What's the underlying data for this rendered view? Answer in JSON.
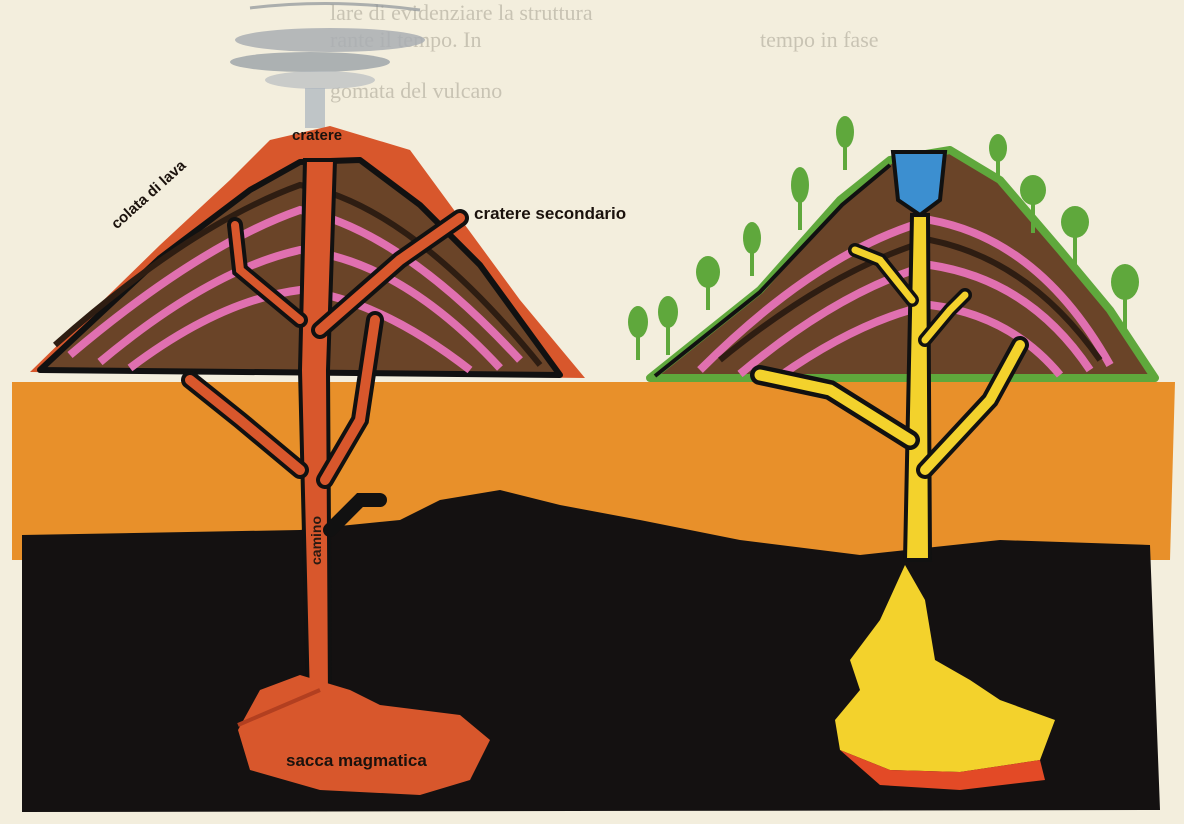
{
  "diagram": {
    "labels": {
      "cratere": "cratere",
      "colata": "colata di lava",
      "secondario": "cratere secondario",
      "camino": "camino",
      "sacca": "sacca magmatica"
    },
    "background_text": [
      "lare di evidenziare la struttura",
      "rante il tempo. In",
      "tempo in fase",
      "gomata del vulcano"
    ],
    "colors": {
      "paper": "#f3eedd",
      "crust": "#e8902a",
      "deep": "#141111",
      "magma_red": "#d8572c",
      "magma_yellow": "#f3d22c",
      "strata_brown": "#6a4428",
      "strata_pink": "#e070b0",
      "crater_lake": "#3c8fd0",
      "vegetation": "#5fa83c"
    }
  }
}
